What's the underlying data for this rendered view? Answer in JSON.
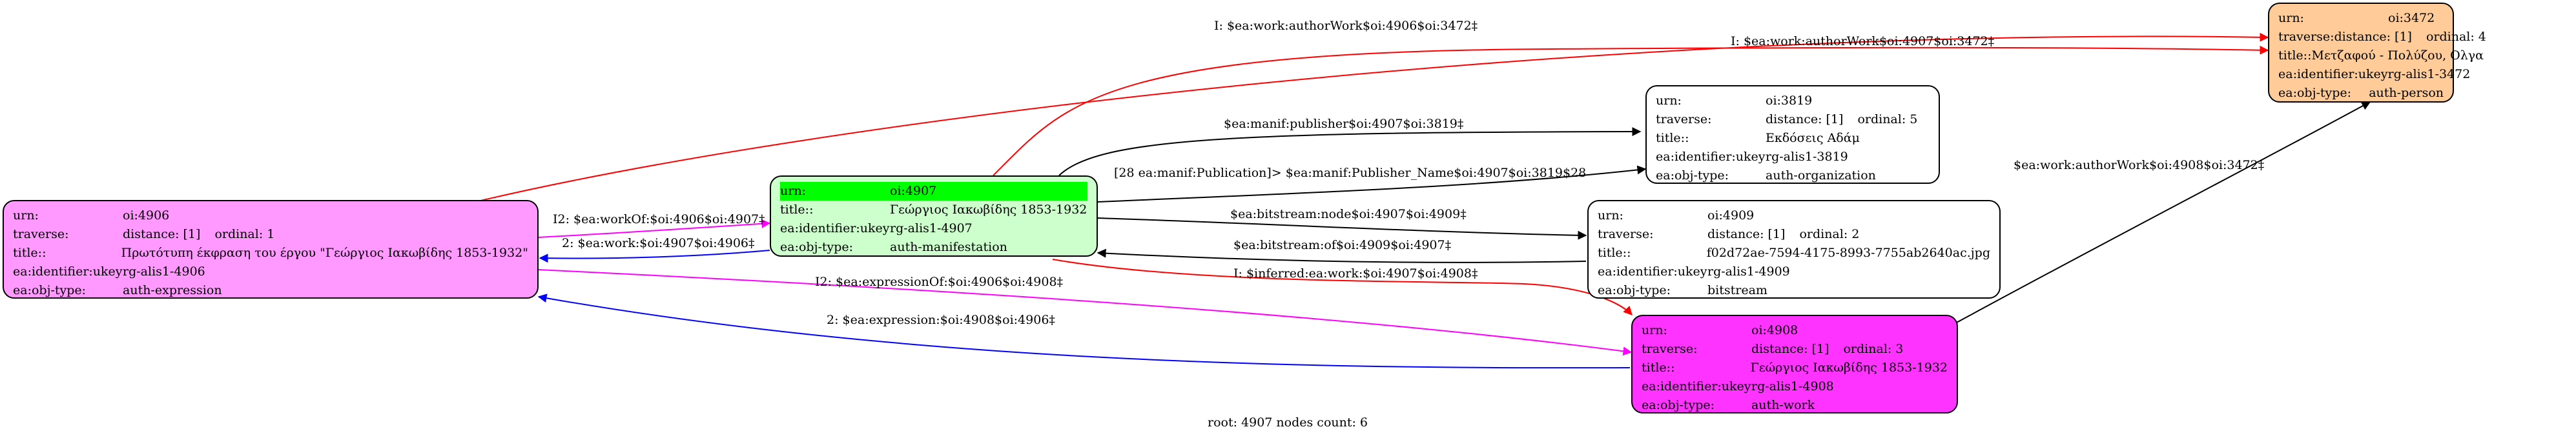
{
  "nodes": {
    "n3472": {
      "fill": "#ffcc99",
      "rows": [
        {
          "k": "urn:",
          "v": "oi:3472"
        },
        {
          "k": "traverse:",
          "v": "distance: [1]",
          "ord": "ordinal: 4"
        },
        {
          "k": "title::",
          "v": "Μετζαφού - Πολύζου, Ολγα"
        },
        {
          "k": "ea:identifier:ukey",
          "v": "rg-alis1-3472"
        },
        {
          "k": "ea:obj-type:",
          "v": "auth-person"
        }
      ]
    },
    "n3819": {
      "fill": "#ffffff",
      "rows": [
        {
          "k": "urn:",
          "v": "oi:3819"
        },
        {
          "k": "traverse:",
          "v": "distance: [1]",
          "ord": "ordinal: 5"
        },
        {
          "k": "title::",
          "v": "Εκδόσεις Αδάμ"
        },
        {
          "k": "ea:identifier:ukey",
          "v": "rg-alis1-3819"
        },
        {
          "k": "ea:obj-type:",
          "v": "auth-organization"
        }
      ]
    },
    "n4906": {
      "fill": "#ff99ff",
      "rows": [
        {
          "k": "urn:",
          "v": "oi:4906"
        },
        {
          "k": "traverse:",
          "v": "distance: [1]",
          "ord": "ordinal: 1"
        },
        {
          "k": "title::",
          "v": "Πρωτότυπη έκφραση του έργου \"Γεώργιος Ιακωβίδης 1853-1932\""
        },
        {
          "k": "ea:identifier:ukey",
          "v": "rg-alis1-4906"
        },
        {
          "k": "ea:obj-type:",
          "v": "auth-expression"
        }
      ]
    },
    "n4907": {
      "fill": "#ccffcc",
      "rows": [
        {
          "k": "urn:",
          "v": "oi:4907"
        },
        {
          "k": "title::",
          "v": "Γεώργιος Ιακωβίδης 1853-1932"
        },
        {
          "k": "ea:identifier:ukey",
          "v": "rg-alis1-4907"
        },
        {
          "k": "ea:obj-type:",
          "v": "auth-manifestation"
        }
      ]
    },
    "n4909": {
      "fill": "#ffffff",
      "rows": [
        {
          "k": "urn:",
          "v": "oi:4909"
        },
        {
          "k": "traverse:",
          "v": "distance: [1]",
          "ord": "ordinal: 2"
        },
        {
          "k": "title::",
          "v": "f02d72ae-7594-4175-8993-7755ab2640ac.jpg"
        },
        {
          "k": "ea:identifier:ukey",
          "v": "rg-alis1-4909"
        },
        {
          "k": "ea:obj-type:",
          "v": "bitstream"
        }
      ]
    },
    "n4908": {
      "fill": "#ff33ff",
      "rows": [
        {
          "k": "urn:",
          "v": "oi:4908"
        },
        {
          "k": "traverse:",
          "v": "distance: [1]",
          "ord": "ordinal: 3"
        },
        {
          "k": "title::",
          "v": "Γεώργιος Ιακωβίδης 1853-1932"
        },
        {
          "k": "ea:identifier:ukey",
          "v": "rg-alis1-4908"
        },
        {
          "k": "ea:obj-type:",
          "v": "auth-work"
        }
      ]
    }
  },
  "edges": [
    {
      "label": "I: $ea:work:authorWork$oi:4906$oi:3472‡",
      "color": "#ff0000"
    },
    {
      "label": "I: $ea:work:authorWork$oi:4907$oi:3472‡",
      "color": "#ff0000"
    },
    {
      "label": "$ea:manif:publisher$oi:4907$oi:3819‡",
      "color": "#000000"
    },
    {
      "label": "[28 ea:manif:Publication]> $ea:manif:Publisher_Name$oi:4907$oi:3819$28",
      "color": "#000000"
    },
    {
      "label": "I2: $ea:workOf:$oi:4906$oi:4907‡",
      "color": "#ff00ff"
    },
    {
      "label": "2: $ea:work:$oi:4907$oi:4906‡",
      "color": "#0000ff"
    },
    {
      "label": "$ea:bitstream:node$oi:4907$oi:4909‡",
      "color": "#000000"
    },
    {
      "label": "$ea:bitstream:of$oi:4909$oi:4907‡",
      "color": "#000000"
    },
    {
      "label": "I: $inferred:ea:work:$oi:4907$oi:4908‡",
      "color": "#ff0000"
    },
    {
      "label": "I2: $ea:expressionOf:$oi:4906$oi:4908‡",
      "color": "#ff00ff"
    },
    {
      "label": "2: $ea:expression:$oi:4908$oi:4906‡",
      "color": "#0000ff"
    },
    {
      "label": "$ea:work:authorWork$oi:4908$oi:3472‡",
      "color": "#000000"
    }
  ],
  "footer": "root: 4907 nodes count: 6",
  "header_highlight": "#00ff00"
}
